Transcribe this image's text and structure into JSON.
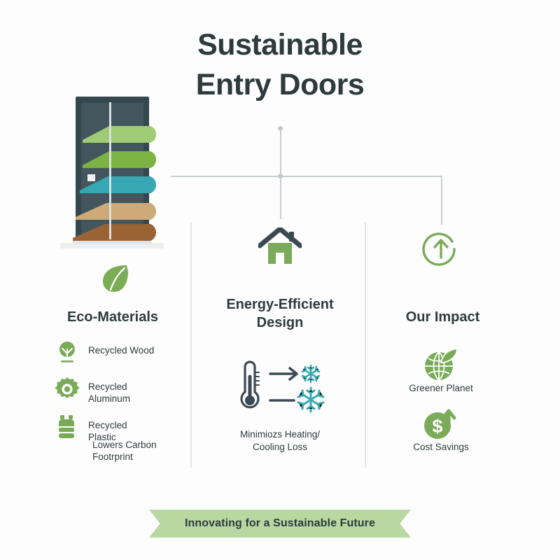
{
  "title": {
    "line1": "Sustainable",
    "line2": "Entry Doors"
  },
  "colors": {
    "title_text": "#2e3a3c",
    "leaf_green": "#7cac55",
    "icon_green": "#7aab58",
    "door_dark": "#37474f",
    "teal": "#3aa9b5",
    "ribbon_bg": "#b8d8a2",
    "divider": "#e0e3e5",
    "connector": "#c8cdcf"
  },
  "door": {
    "name": "layered-door-illustration",
    "layers": [
      {
        "name": "layer-light-green",
        "color": "#9ecb74"
      },
      {
        "name": "layer-green",
        "color": "#7cb342"
      },
      {
        "name": "layer-teal",
        "color": "#38a7b4"
      },
      {
        "name": "layer-tan",
        "color": "#ceaa78"
      },
      {
        "name": "layer-brown",
        "color": "#9a6336"
      }
    ]
  },
  "sections": {
    "eco": {
      "heading": "Eco-Materials",
      "icon": "leaf-icon",
      "items": [
        {
          "icon": "tree-icon",
          "label": "Recycled Wood"
        },
        {
          "icon": "gear-icon",
          "label": "Recycled\nAluminum"
        },
        {
          "icon": "plastic-bottles-icon",
          "label": "Recycled\nPlastic"
        }
      ],
      "sub_note": "Lowers Carbon\nFootrprint"
    },
    "energy": {
      "heading": "Energy-Efficient\nDesign",
      "icon": "house-icon",
      "caption": "Minimiozs Heating/\nCooling Loss",
      "diagram_icons": [
        "thermometer-icon",
        "arrow-right-icon",
        "snowflake-small-icon",
        "dash-line",
        "snowflake-large-icon"
      ]
    },
    "impact": {
      "heading": "Our Impact",
      "icon": "circular-arrow-up-icon",
      "items": [
        {
          "icon": "globe-leaf-icon",
          "label": "Greener Planet"
        },
        {
          "icon": "dollar-arrow-up-icon",
          "label": "Cost Savings"
        }
      ]
    }
  },
  "ribbon": {
    "text": "Innovating for a Sustainable Future"
  }
}
